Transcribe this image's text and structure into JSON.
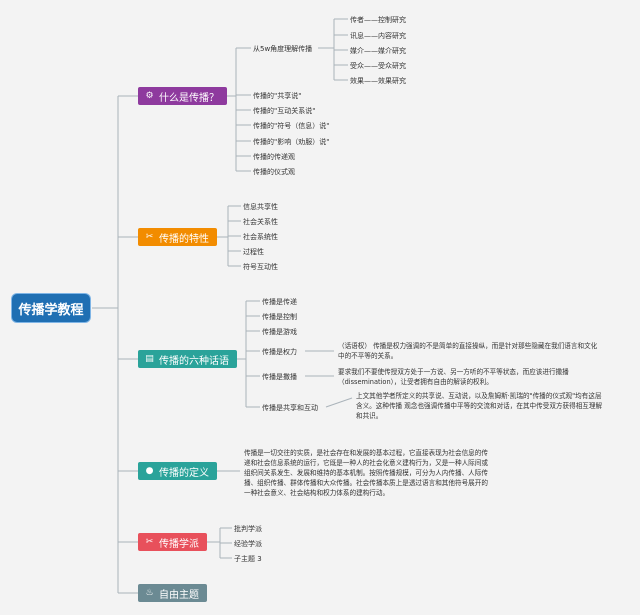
{
  "root": "传播学教程",
  "branches": [
    {
      "label": "什么是传播？",
      "icon": "gear-icon",
      "color": "#8e3a9e"
    },
    {
      "label": "传播的特性",
      "icon": "tools-icon",
      "color": "#f28c00"
    },
    {
      "label": "传播的六种话语",
      "icon": "document-icon",
      "color": "#2aa39a"
    },
    {
      "label": "传播的定义",
      "icon": "globe-icon",
      "color": "#2aa39a"
    },
    {
      "label": "传播学派",
      "icon": "tools-icon",
      "color": "#e8505b"
    },
    {
      "label": "自由主题",
      "icon": "flame-icon",
      "color": "#6b8a93"
    }
  ],
  "what_is": {
    "five_w": "从5w角度理解传播",
    "five_w_items": [
      "传者——控制研究",
      "讯息——内容研究",
      "媒介——媒介研究",
      "受众——受众研究",
      "效果——效果研究"
    ],
    "items": [
      "传播的\"共享说\"",
      "传播的\"互动关系说\"",
      "传播的\"符号（信息）说\"",
      "传播的\"影响（劝服）说\"",
      "传播的传递观",
      "传播的仪式观"
    ]
  },
  "traits": [
    "信息共享性",
    "社会关系性",
    "社会系统性",
    "过程性",
    "符号互动性"
  ],
  "discourses": {
    "items": [
      "传播是传递",
      "传播是控制",
      "传播是游戏",
      "传播是权力",
      "传播是撒播",
      "传播是共享和互动"
    ],
    "power_desc": "（话语权） 传播是权力强调的不是简单的直接操纵，而是针对那些隐藏在我们语言和文化中的不平等的关系。",
    "dissemination_desc": "要求我们不要使传授双方处于一方说、另一方听的不平等状态，而应该进行撒播（dissemination），让受者拥有自由的解读的权利。",
    "share_desc": "上文其他学者所定义的共享说、互动说，以及詹姆斯·凯瑞的\"传播的仪式观\"均有这层含义。这种传播 观念也强调传播中平等的交流和对话，在其中传受双方获得相互理解和共识。"
  },
  "definition_desc": "传播是一切交往的实质，是社会存在和发展的基本过程，它直接表现为社会信息的传递和社会信息系统的运行，它既是一种人的社会化意义建构行为，又是一种人际间或组织间关系发生、发展和维持的基本机制。按照传播规模，可分为人内传播、人际传播、组织传播、群体传播和大众传播。社会传播本质上是透过语言和其他符号展开的一种社会意义、社会结构和权力体系的建构行动。",
  "schools": [
    "批判学派",
    "经验学派",
    "子主题 3"
  ]
}
